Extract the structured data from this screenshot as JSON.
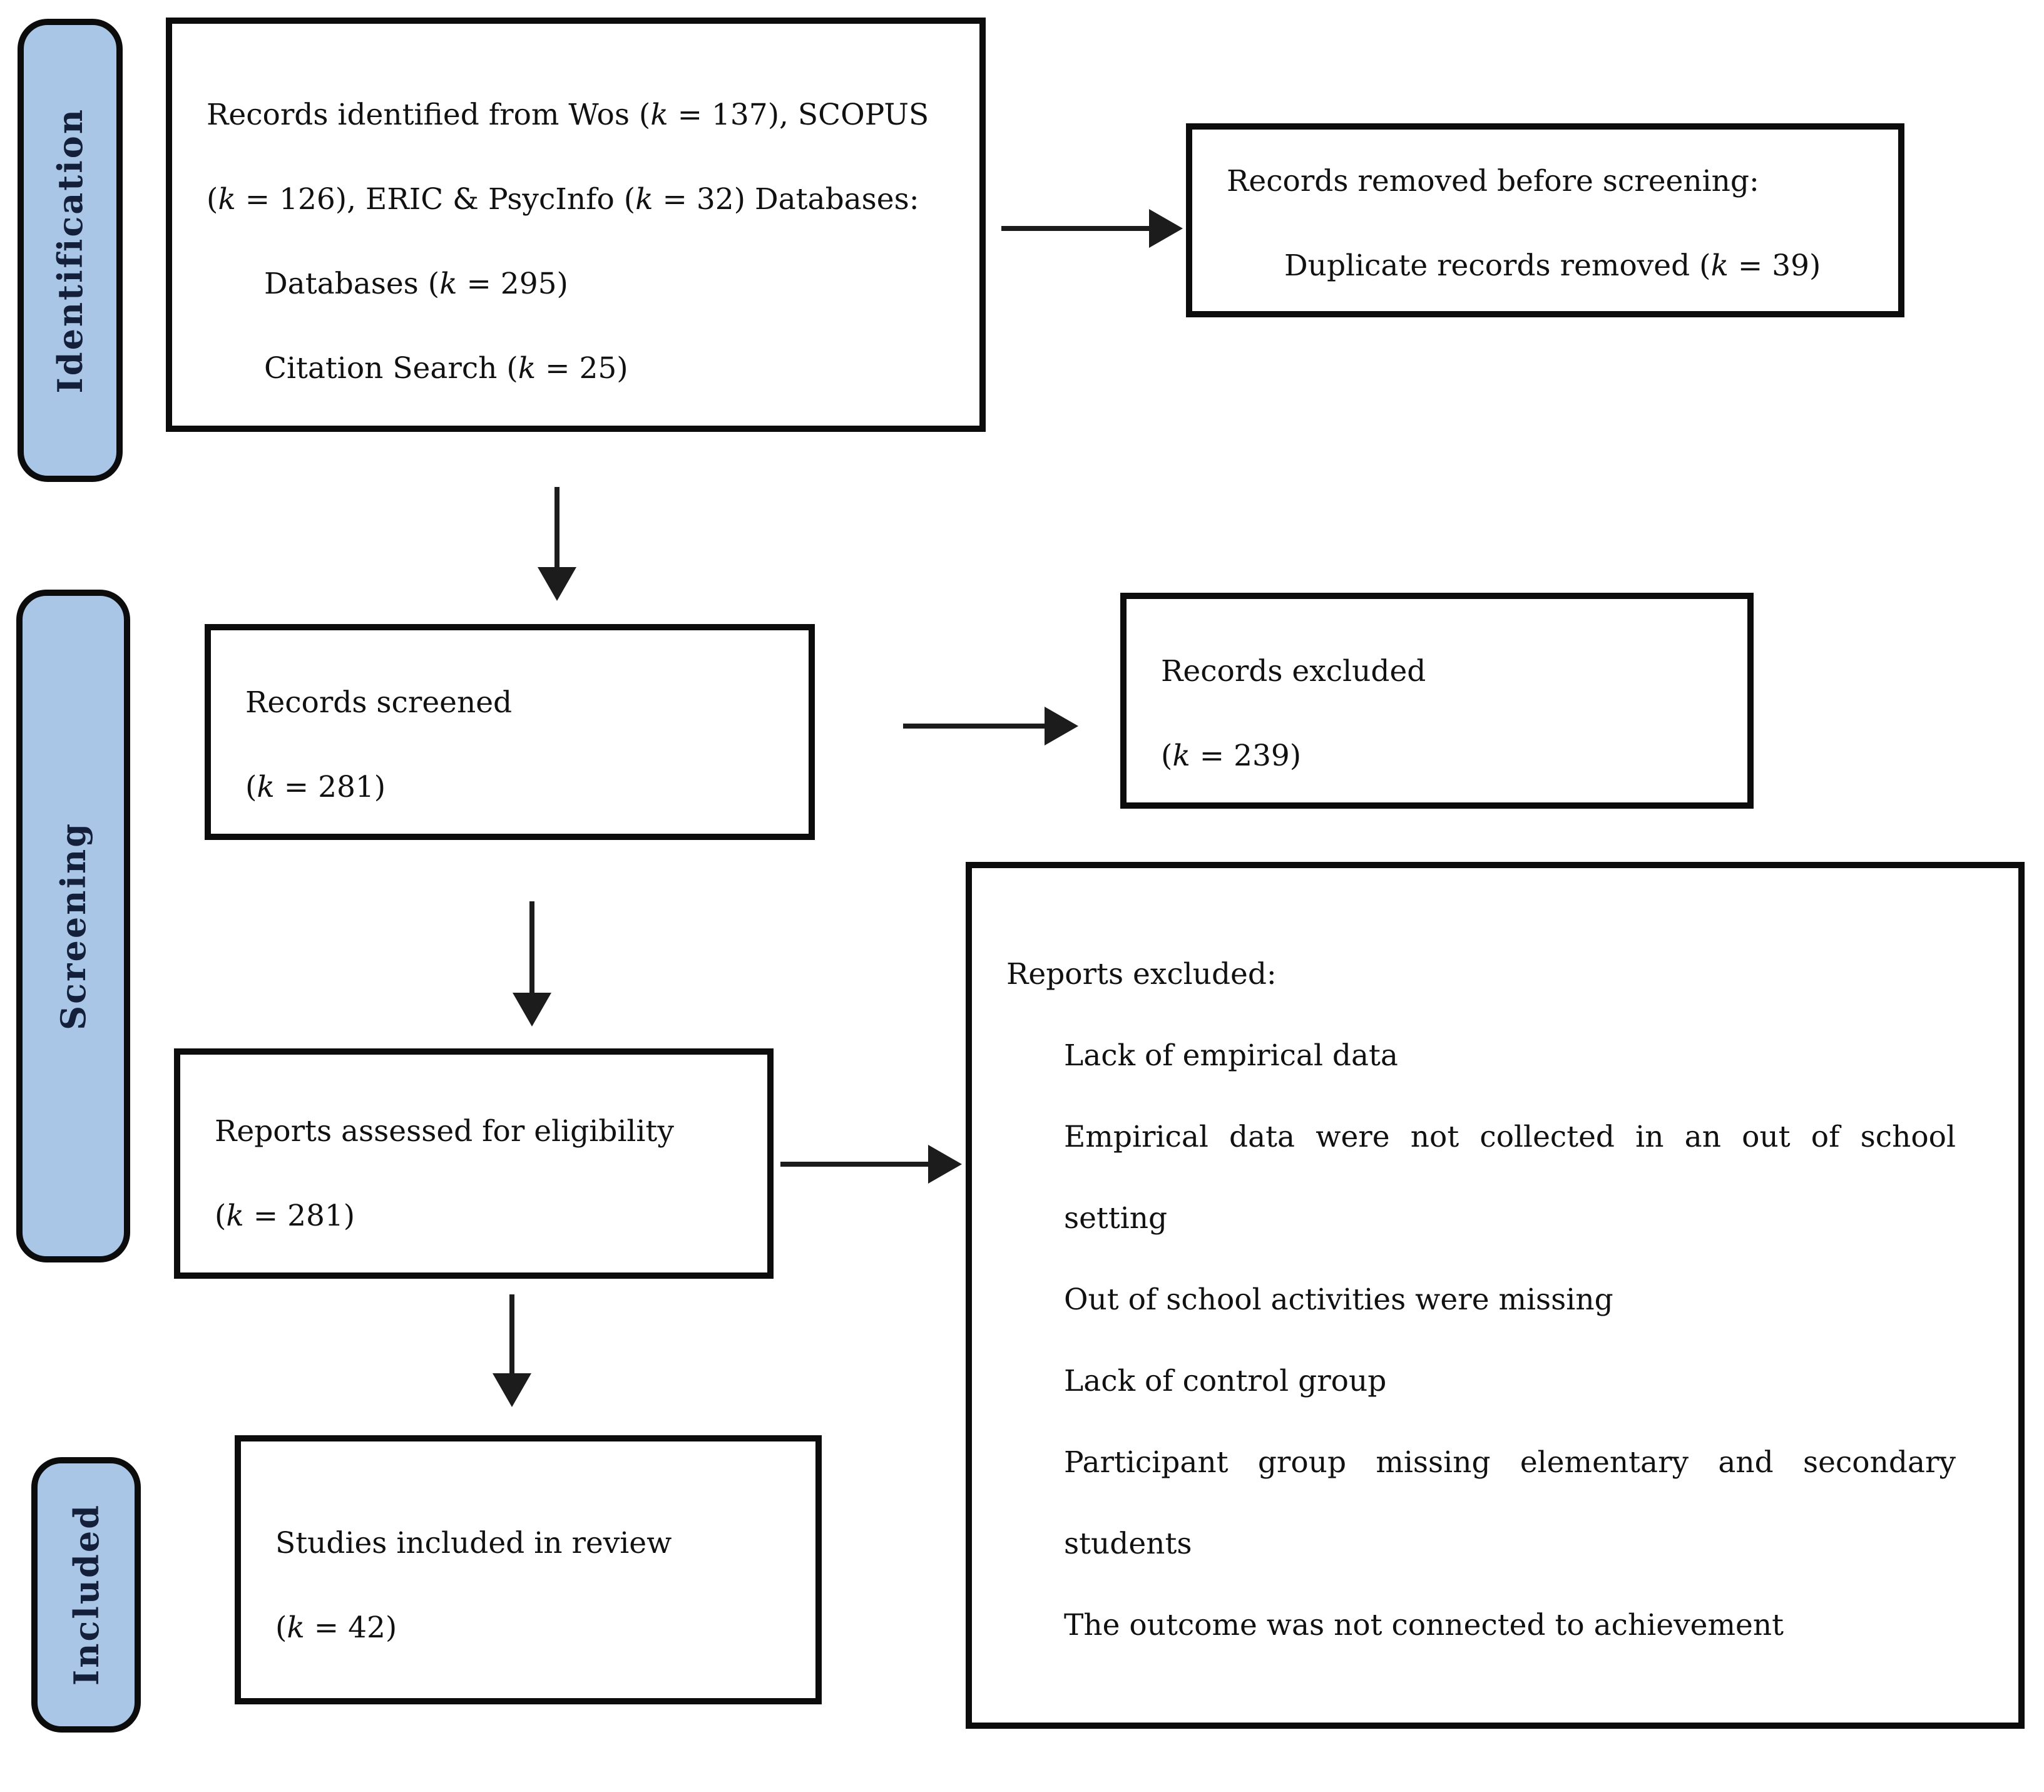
{
  "colors": {
    "stage_fill": "#a9c6e7",
    "stage_text": "#14203a",
    "box_border": "#0c0c0c",
    "arrow": "#1c1c1c",
    "background": "#ffffff"
  },
  "stages": {
    "identification": "Identification",
    "screening": "Screening",
    "included": "Included"
  },
  "boxes": {
    "records_identified": {
      "line1": "Records identified from Wos (k = 137), SCOPUS (k = 126), ERIC & PsycInfo (k = 32) Databases:",
      "sub1": "Databases (k = 295)",
      "sub2": "Citation Search (k = 25)"
    },
    "records_removed": {
      "line1": "Records removed before screening:",
      "sub1": "Duplicate records removed (k = 39)"
    },
    "records_screened": {
      "line1": "Records screened",
      "line2": "(k = 281)"
    },
    "records_excluded": {
      "line1": "Records excluded",
      "line2": "(k = 239)"
    },
    "reports_assessed": {
      "line1": "Reports assessed for eligibility",
      "line2": "(k = 281)"
    },
    "reports_excluded": {
      "title": "Reports excluded:",
      "items": [
        "Lack of empirical data",
        "Empirical data were not collected in an out of school setting",
        "Out of school activities were missing",
        "Lack of control group",
        "Participant group missing elementary and secondary students",
        "The outcome was not connected to achievement"
      ]
    },
    "studies_included": {
      "line1": "Studies included in review",
      "line2": "(k = 42)"
    }
  }
}
